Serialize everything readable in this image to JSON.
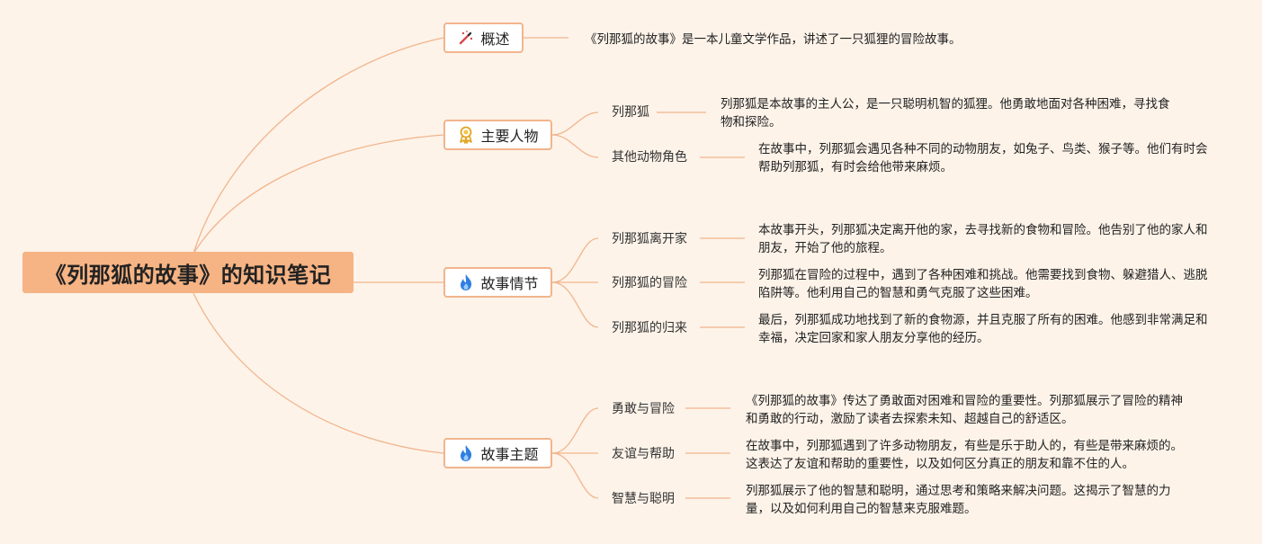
{
  "root": {
    "title": "《列那狐的故事》的知识笔记"
  },
  "colors": {
    "line": "#f2b48d",
    "root_bg": "#f6b384",
    "background": "#fdf3e9"
  },
  "branches": [
    {
      "label": "概述",
      "icon": "magic-wand-icon",
      "note": "《列那狐的故事》是一本儿童文学作品，讲述了一只狐狸的冒险故事。",
      "children": []
    },
    {
      "label": "主要人物",
      "icon": "award-medal-icon",
      "children": [
        {
          "label": "列那狐",
          "note": "列那狐是本故事的主人公，是一只聪明机智的狐狸。他勇敢地面对各种困难，寻找食物和探险。"
        },
        {
          "label": "其他动物角色",
          "note": "在故事中，列那狐会遇见各种不同的动物朋友，如兔子、鸟类、猴子等。他们有时会帮助列那狐，有时会给他带来麻烦。"
        }
      ]
    },
    {
      "label": "故事情节",
      "icon": "fire-icon",
      "children": [
        {
          "label": "列那狐离开家",
          "note": "本故事开头，列那狐决定离开他的家，去寻找新的食物和冒险。他告别了他的家人和朋友，开始了他的旅程。"
        },
        {
          "label": "列那狐的冒险",
          "note": "列那狐在冒险的过程中，遇到了各种困难和挑战。他需要找到食物、躲避猎人、逃脱陷阱等。他利用自己的智慧和勇气克服了这些困难。"
        },
        {
          "label": "列那狐的归来",
          "note": "最后，列那狐成功地找到了新的食物源，并且克服了所有的困难。他感到非常满足和幸福，决定回家和家人朋友分享他的经历。"
        }
      ]
    },
    {
      "label": "故事主题",
      "icon": "fire-icon",
      "children": [
        {
          "label": "勇敢与冒险",
          "note": "《列那狐的故事》传达了勇敢面对困难和冒险的重要性。列那狐展示了冒险的精神和勇敢的行动，激励了读者去探索未知、超越自己的舒适区。"
        },
        {
          "label": "友谊与帮助",
          "note": "在故事中，列那狐遇到了许多动物朋友，有些是乐于助人的，有些是带来麻烦的。这表达了友谊和帮助的重要性，以及如何区分真正的朋友和靠不住的人。"
        },
        {
          "label": "智慧与聪明",
          "note": "列那狐展示了他的智慧和聪明，通过思考和策略来解决问题。这揭示了智慧的力量，以及如何利用自己的智慧来克服难题。"
        }
      ]
    }
  ]
}
